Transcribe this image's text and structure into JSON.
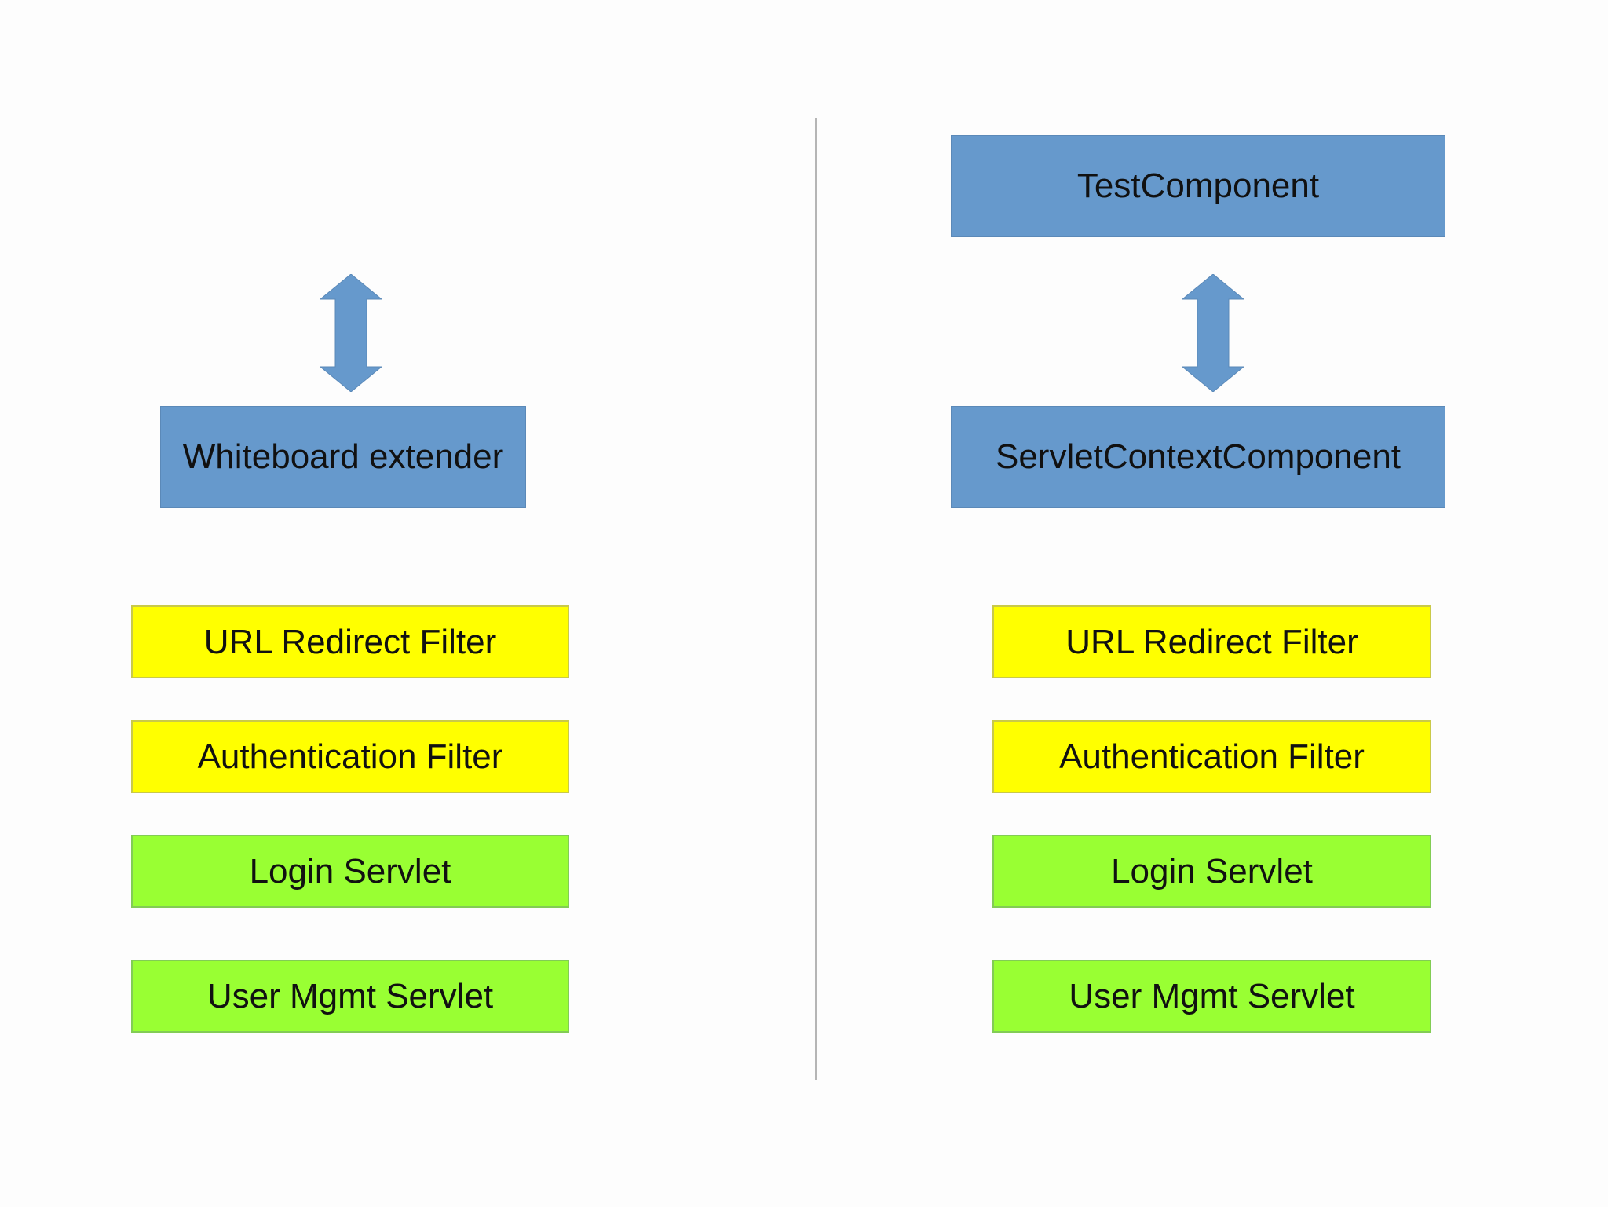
{
  "colors": {
    "component": "#6699cc",
    "filter": "#ffff00",
    "servlet": "#99ff33",
    "divider": "#b5b5b5"
  },
  "left": {
    "arrow_icon": "double-arrow-vertical",
    "extender_label": "Whiteboard extender",
    "stack": [
      {
        "label": "URL Redirect Filter",
        "kind": "filter"
      },
      {
        "label": "Authentication Filter",
        "kind": "filter"
      },
      {
        "label": "Login Servlet",
        "kind": "servlet"
      },
      {
        "label": "User Mgmt Servlet",
        "kind": "servlet"
      }
    ]
  },
  "right": {
    "test_component_label": "TestComponent",
    "arrow_icon": "double-arrow-vertical",
    "context_component_label": "ServletContextComponent",
    "stack": [
      {
        "label": "URL Redirect Filter",
        "kind": "filter"
      },
      {
        "label": "Authentication Filter",
        "kind": "filter"
      },
      {
        "label": "Login Servlet",
        "kind": "servlet"
      },
      {
        "label": "User Mgmt Servlet",
        "kind": "servlet"
      }
    ]
  }
}
